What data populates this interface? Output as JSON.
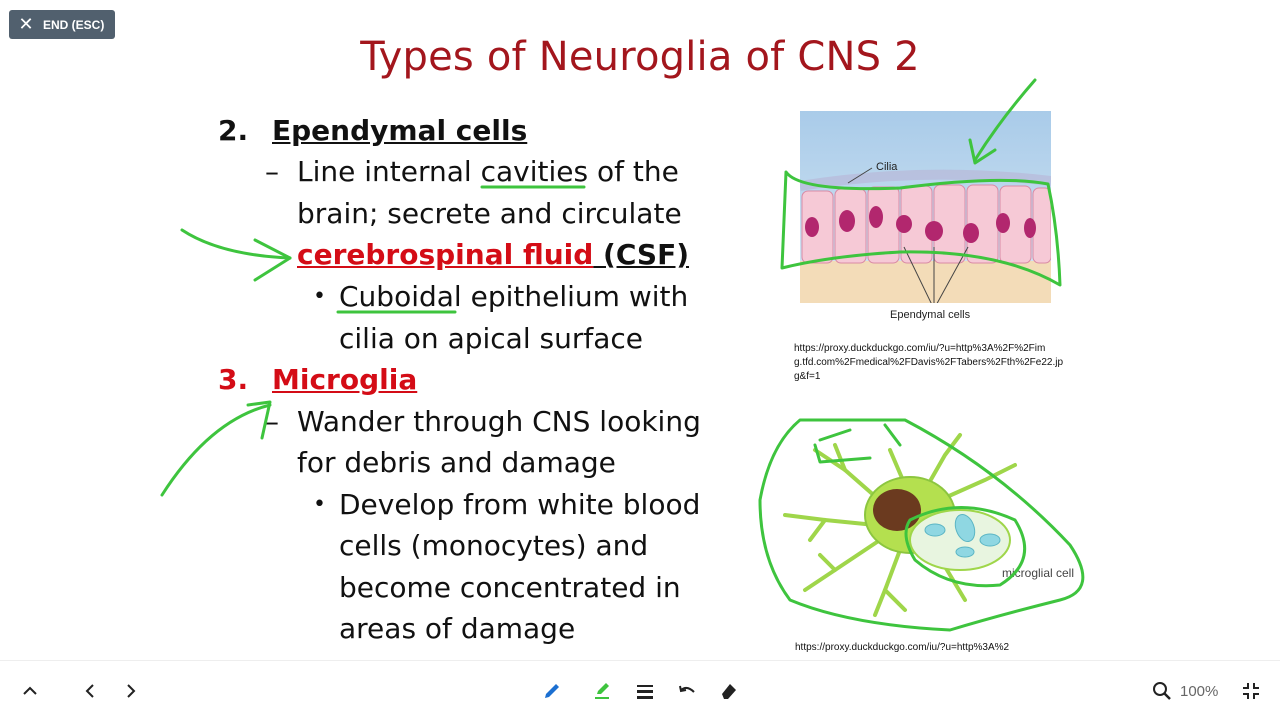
{
  "toolbar_top": {
    "end_label": "END (ESC)"
  },
  "slide": {
    "title": "Types of Neuroglia of CNS 2",
    "items": [
      {
        "num": "2.",
        "heading": "Ependymal cells"
      },
      {
        "num": "3.",
        "heading": "Microglia"
      }
    ],
    "ependymal": {
      "dash": "–",
      "line1_pre": "Line internal ",
      "line1_word": "cavities",
      "line1_post": " of the",
      "line2": "brain; secrete and circulate",
      "line3_red": "cerebrospinal fluid",
      "line3_black": " (CSF)",
      "bullet": "•",
      "sub1_word": "Cuboidal",
      "sub1_post": " epithelium with",
      "sub2": "cilia on apical surface"
    },
    "microglia": {
      "dash": "–",
      "line1": "Wander through CNS looking",
      "line2": "for debris and damage",
      "bullet": "•",
      "sub1": "Develop from white blood",
      "sub2": "cells (monocytes) and",
      "sub3": "become concentrated in",
      "sub4": "areas of damage"
    },
    "figure1": {
      "label_cilia": "Cilia",
      "caption": "Ependymal cells",
      "citation": "https://proxy.duckduckgo.com/iu/?u=http%3A%2F%2Fim\ng.tfd.com%2Fmedical%2FDavis%2FTabers%2Fth%2Fe22.jp\ng&f=1"
    },
    "figure2": {
      "label": "microglial cell",
      "citation": "https://proxy.duckduckgo.com/iu/?u=http%3A%2"
    }
  },
  "bottom_toolbar": {
    "zoom": "100%"
  },
  "colors": {
    "title": "#a3161d",
    "red": "#d40c16",
    "annotation": "#3ec43e",
    "end_button": "#51606e",
    "pen_blue": "#1b6fd1"
  }
}
